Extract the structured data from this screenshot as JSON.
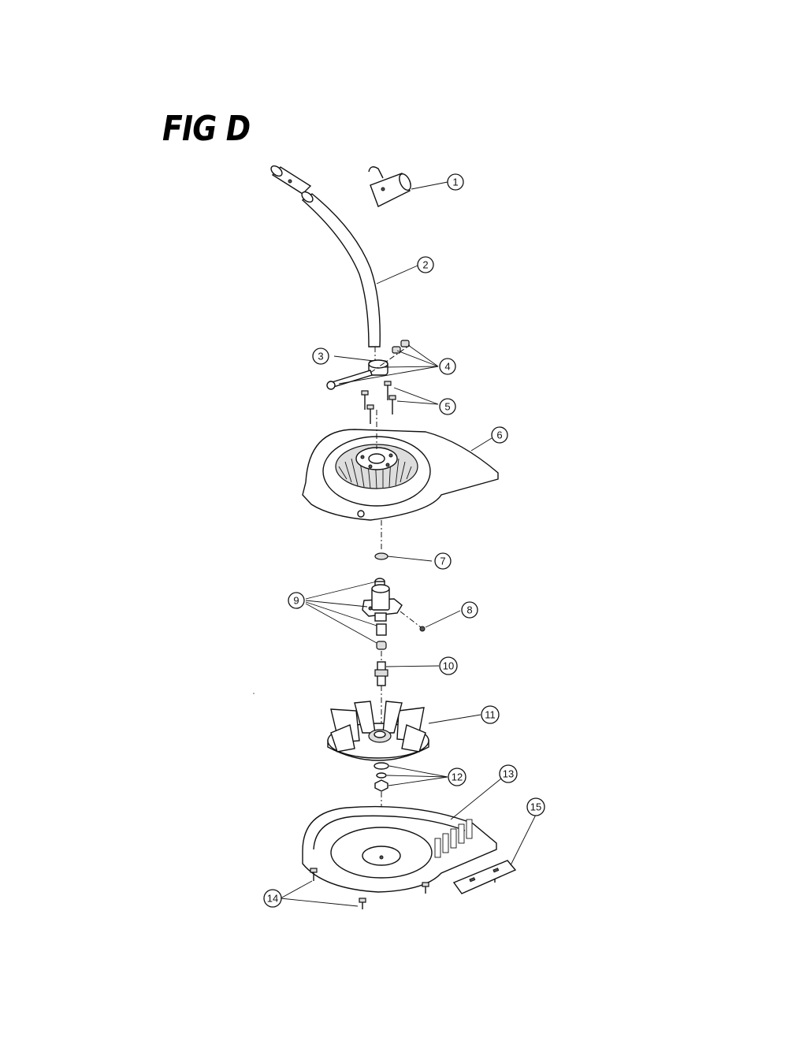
{
  "figure": {
    "title": "FIG D"
  },
  "callouts": [
    {
      "id": "c1",
      "label": "1"
    },
    {
      "id": "c2",
      "label": "2"
    },
    {
      "id": "c3",
      "label": "3"
    },
    {
      "id": "c4",
      "label": "4"
    },
    {
      "id": "c5",
      "label": "5"
    },
    {
      "id": "c6",
      "label": "6"
    },
    {
      "id": "c7",
      "label": "7"
    },
    {
      "id": "c8",
      "label": "8"
    },
    {
      "id": "c9",
      "label": "9"
    },
    {
      "id": "c10",
      "label": "10"
    },
    {
      "id": "c11",
      "label": "11"
    },
    {
      "id": "c12",
      "label": "12"
    },
    {
      "id": "c13",
      "label": "13"
    },
    {
      "id": "c14",
      "label": "14"
    },
    {
      "id": "c15",
      "label": "15"
    }
  ]
}
